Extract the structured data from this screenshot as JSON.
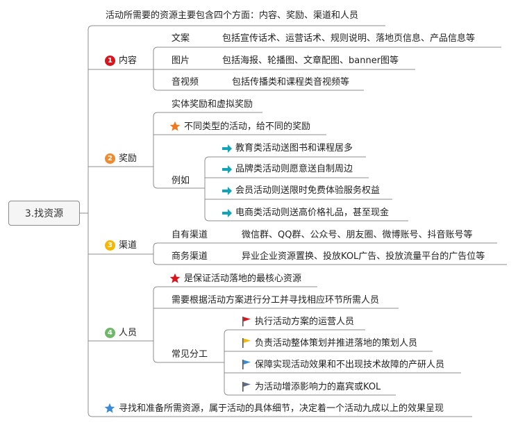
{
  "root": {
    "label": "3.找资源"
  },
  "intro": "活动所需要的资源主要包含四个方面：内容、奖励、渠道和人员",
  "footer": "寻找和准备所需资源，属于活动的具体细节，决定着一个活动九成以上的效果呈现",
  "content": {
    "number": "1",
    "label": "内容",
    "color": "#d9141b",
    "items": [
      {
        "key": "文案",
        "value": "包括宣传话术、运营话术、规则说明、落地页信息、产品信息等"
      },
      {
        "key": "图片",
        "value": "包括海报、轮播图、文章配图、banner图等"
      },
      {
        "key": "音视频",
        "value": "包括传播类和课程类音视频等"
      }
    ]
  },
  "reward": {
    "number": "2",
    "label": "奖励",
    "color": "#f08a2c",
    "item1": "实体奖励和虚拟奖励",
    "item2": "不同类型的活动，给不同的奖励",
    "example_label": "例如",
    "examples": [
      "教育类活动送图书和课程居多",
      "品牌类活动则愿意送自制周边",
      "会员活动则送限时免费体验服务权益",
      "电商类活动则送高价格礼品，甚至现金"
    ]
  },
  "channel": {
    "number": "3",
    "label": "渠道",
    "color": "#f5b700",
    "items": [
      {
        "key": "自有渠道",
        "value": "微信群、QQ群、公众号、朋友圈、微博账号、抖音账号等"
      },
      {
        "key": "商务渠道",
        "value": "异业企业资源置换、投放KOL广告、投放流量平台的广告位等"
      }
    ]
  },
  "staff": {
    "number": "4",
    "label": "人员",
    "color": "#6fb86a",
    "item1": "是保证活动落地的最核心资源",
    "item2": "需要根据活动方案进行分工并寻找相应环节所需人员",
    "roles_label": "常见分工",
    "roles": [
      {
        "text": "执行活动方案的运营人员",
        "flag_color": "#d9141b"
      },
      {
        "text": "负责活动整体策划并推进落地的策划人员",
        "flag_color": "#f5b700"
      },
      {
        "text": "保障实现活动效果和不出现技术故障的产研人员",
        "flag_color": "#3a8ad6"
      },
      {
        "text": "为活动增添影响力的嘉宾或KOL",
        "flag_color": "#5a6b86"
      }
    ]
  },
  "icon_colors": {
    "line": "#8c8c8c",
    "arrow": "#13a3b4",
    "star_orange": "#f07a22",
    "star_red": "#d9141b",
    "star_blue": "#3a8ad6"
  }
}
